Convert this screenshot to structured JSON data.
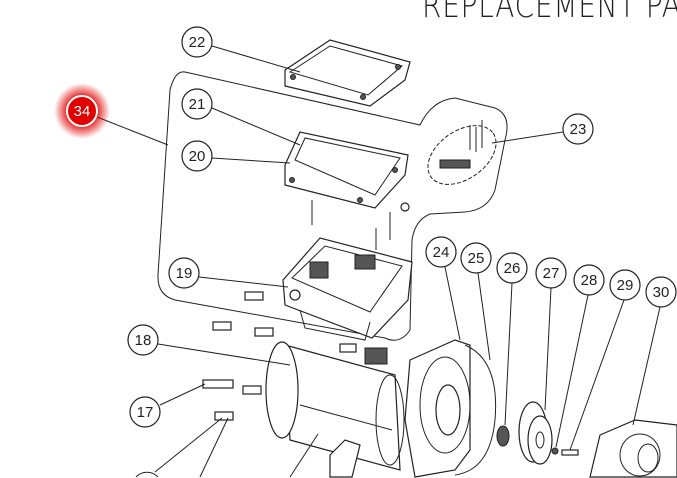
{
  "title": "REPLACEMENT PA",
  "highlight_color": "#e00000",
  "callouts": [
    "22",
    "21",
    "20",
    "34",
    "23",
    "19",
    "18",
    "17",
    "24",
    "25",
    "26",
    "27",
    "28",
    "29",
    "30"
  ],
  "highlighted_callout": "34"
}
